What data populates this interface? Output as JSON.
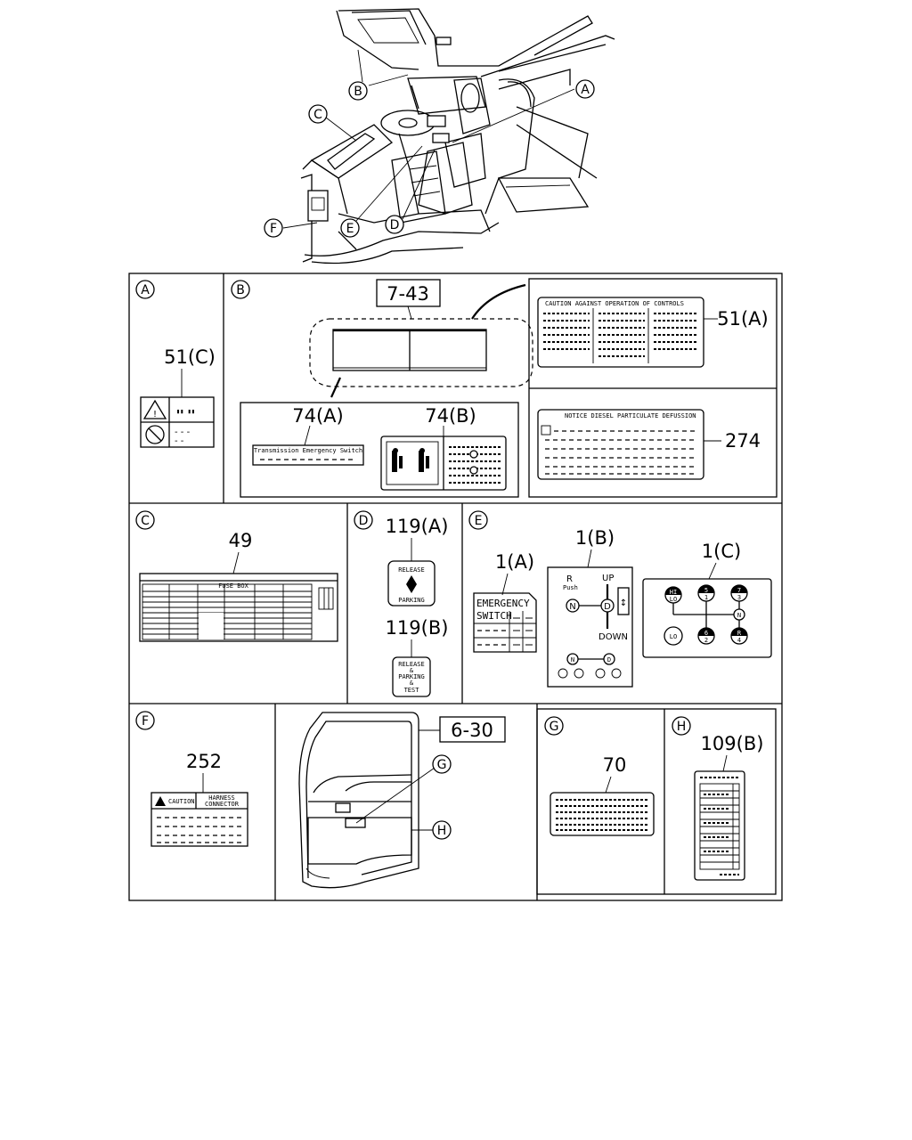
{
  "overview": {
    "callouts": [
      "A",
      "B",
      "C",
      "D",
      "E",
      "F"
    ]
  },
  "panels": {
    "A": {
      "letter": "A",
      "parts": {
        "p51c": "51(C)"
      }
    },
    "B": {
      "letter": "B",
      "ref": "7-43",
      "parts": {
        "p74a": "74(A)",
        "p74b": "74(B)",
        "p51a": "51(A)",
        "p274": "274"
      },
      "label_74a_text": "Transmission Emergency Switch",
      "label_51a_header": "CAUTION AGAINST OPERATION OF CONTROLS",
      "label_274_header": "NOTICE DIESEL PARTICULATE DEFUSSION"
    },
    "C": {
      "letter": "C",
      "parts": {
        "p49": "49"
      },
      "fuse_header": "FUSE BOX"
    },
    "D": {
      "letter": "D",
      "parts": {
        "p119a": "119(A)",
        "p119b": "119(B)"
      },
      "label_119a": {
        "top": "RELEASE",
        "bottom": "PARKING"
      },
      "label_119b": {
        "l1": "RELEASE",
        "l2": "&",
        "l3": "PARKING",
        "l4": "&",
        "l5": "TEST"
      }
    },
    "E": {
      "letter": "E",
      "parts": {
        "p1a": "1(A)",
        "p1b": "1(B)",
        "p1c": "1(C)"
      },
      "label_1a": {
        "l1": "EMERGENCY",
        "l2": "SWITCH"
      },
      "label_1b": {
        "r": "R",
        "push": "Push",
        "up": "UP",
        "down": "DOWN",
        "n": "N",
        "d": "D"
      },
      "label_1c": {
        "hi": "HI",
        "lo_small": "LO",
        "lo": "LO",
        "g5": "5",
        "g1": "1",
        "g7": "7",
        "g3": "3",
        "g6": "6",
        "g2": "2",
        "gR": "R",
        "g4": "4",
        "n": "N"
      }
    },
    "F": {
      "letter": "F",
      "parts": {
        "p252": "252"
      },
      "label_252": {
        "caution": "CAUTION",
        "h1": "HARNESS",
        "h2": "CONNECTOR"
      }
    },
    "door": {
      "ref": "6-30",
      "callouts": [
        "G",
        "H"
      ]
    },
    "G": {
      "letter": "G",
      "parts": {
        "p70": "70"
      }
    },
    "H": {
      "letter": "H",
      "parts": {
        "p109b": "109(B)"
      }
    }
  },
  "colors": {
    "ink": "#000000",
    "paper": "#ffffff"
  }
}
